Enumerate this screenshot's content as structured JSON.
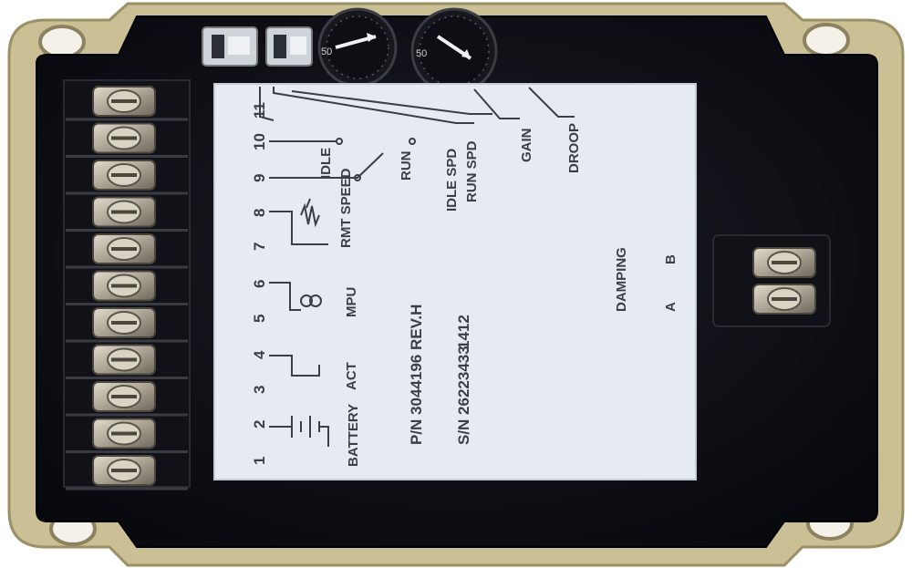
{
  "colors": {
    "background": "#ffffff",
    "bracket": "#cbbf95",
    "board": "#0f1016",
    "label_panel": "#e6ebf1",
    "label_ink": "#3a3f47",
    "terminal_metal": "#b9b3a6"
  },
  "terminal_numbers": [
    "1",
    "2",
    "3",
    "4",
    "5",
    "6",
    "7",
    "8",
    "9",
    "10",
    "11"
  ],
  "labels": {
    "battery": "BATTERY",
    "act": "ACT",
    "mpu": "MPU",
    "rmt_speed": "RMT SPEED",
    "idle": "IDLE",
    "run": "RUN",
    "idle_spd": "IDLE SPD",
    "run_spd": "RUN SPD",
    "gain": "GAIN",
    "droop": "DROOP",
    "damping": "DAMPING",
    "a": "A",
    "b": "B",
    "part_number": "P/N 3044196 REV.H",
    "serial_number": "S/N 26223433",
    "date_code": "1412"
  },
  "left_terminal_count": 11,
  "right_terminal_count": 2,
  "pots": {
    "left_dial_label": "50",
    "right_dial_label": "50"
  }
}
